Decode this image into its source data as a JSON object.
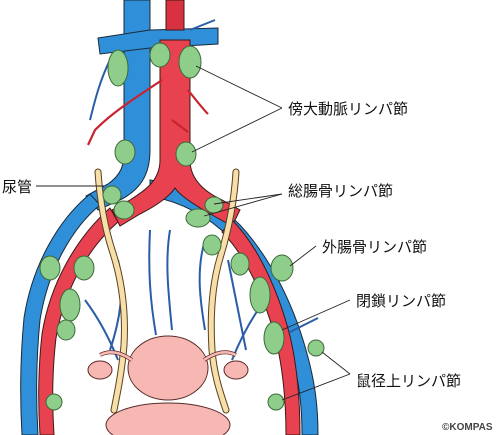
{
  "labels": {
    "paraaortic": "傍大動脈リンパ節",
    "ureter": "尿管",
    "common_iliac": "総腸骨リンパ節",
    "external_iliac": "外腸骨リンパ節",
    "obturator": "閉鎖リンパ節",
    "inguinal": "鼠径上リンパ節"
  },
  "credit": "©KOMPAS",
  "colors": {
    "artery": "#e8414f",
    "vein": "#2f8fd8",
    "lymph_node": "#8fce8a",
    "ureter": "#f6dfa8",
    "organ": "#f7b8b4"
  }
}
